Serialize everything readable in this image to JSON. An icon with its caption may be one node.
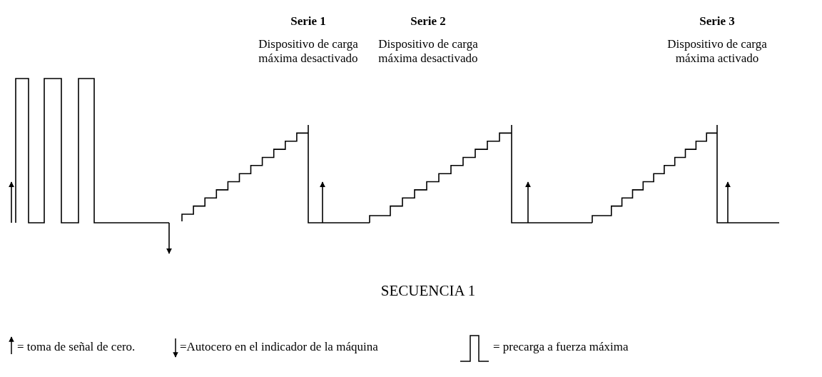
{
  "diagram": {
    "caption": "SECUENCIA 1",
    "labels": [
      "Serie 1",
      "Serie 2",
      "Serie 3",
      "Dispositivo de carga máxima desactivado",
      "Dispositivo de carga máxima desactivado",
      "Dispositivo de carga máxima activado"
    ],
    "legend": [
      {
        "text": "= toma de señal de cero."
      },
      {
        "text": "=Autocero en el indicador de la máquina"
      },
      {
        "text": "= precarga a fuerza máxima"
      }
    ]
  }
}
